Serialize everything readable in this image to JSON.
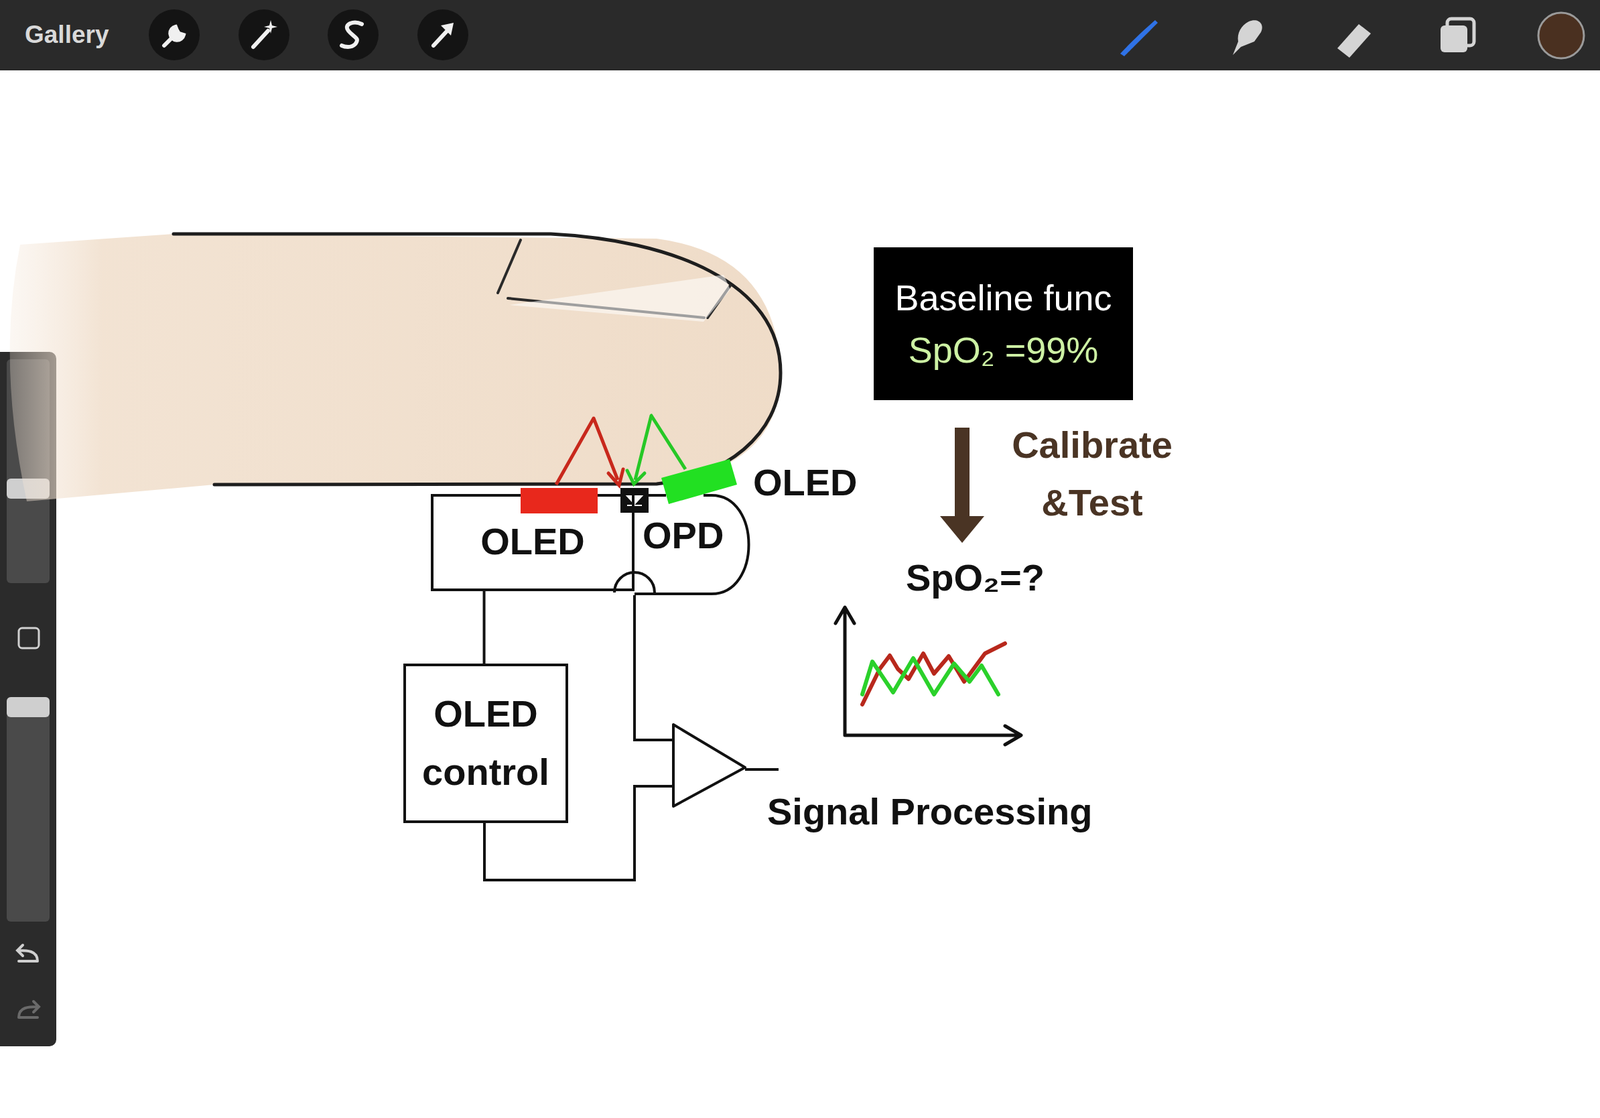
{
  "diagram": {
    "nodes": [
      {
        "text": [
          "Baseline func",
          "SpO₂ =99%"
        ]
      },
      {
        "text": [
          "OLED"
        ]
      },
      {
        "text": [
          "OPD"
        ]
      },
      {
        "text": [
          "OLED control"
        ]
      }
    ],
    "edges": [
      {
        "from": 1,
        "to": 3,
        "arrow": "none"
      }
    ],
    "labels": [
      "Gallery",
      "OLED",
      "Calibrate &Test",
      "SpO₂=?",
      "Signal Processing"
    ]
  }
}
